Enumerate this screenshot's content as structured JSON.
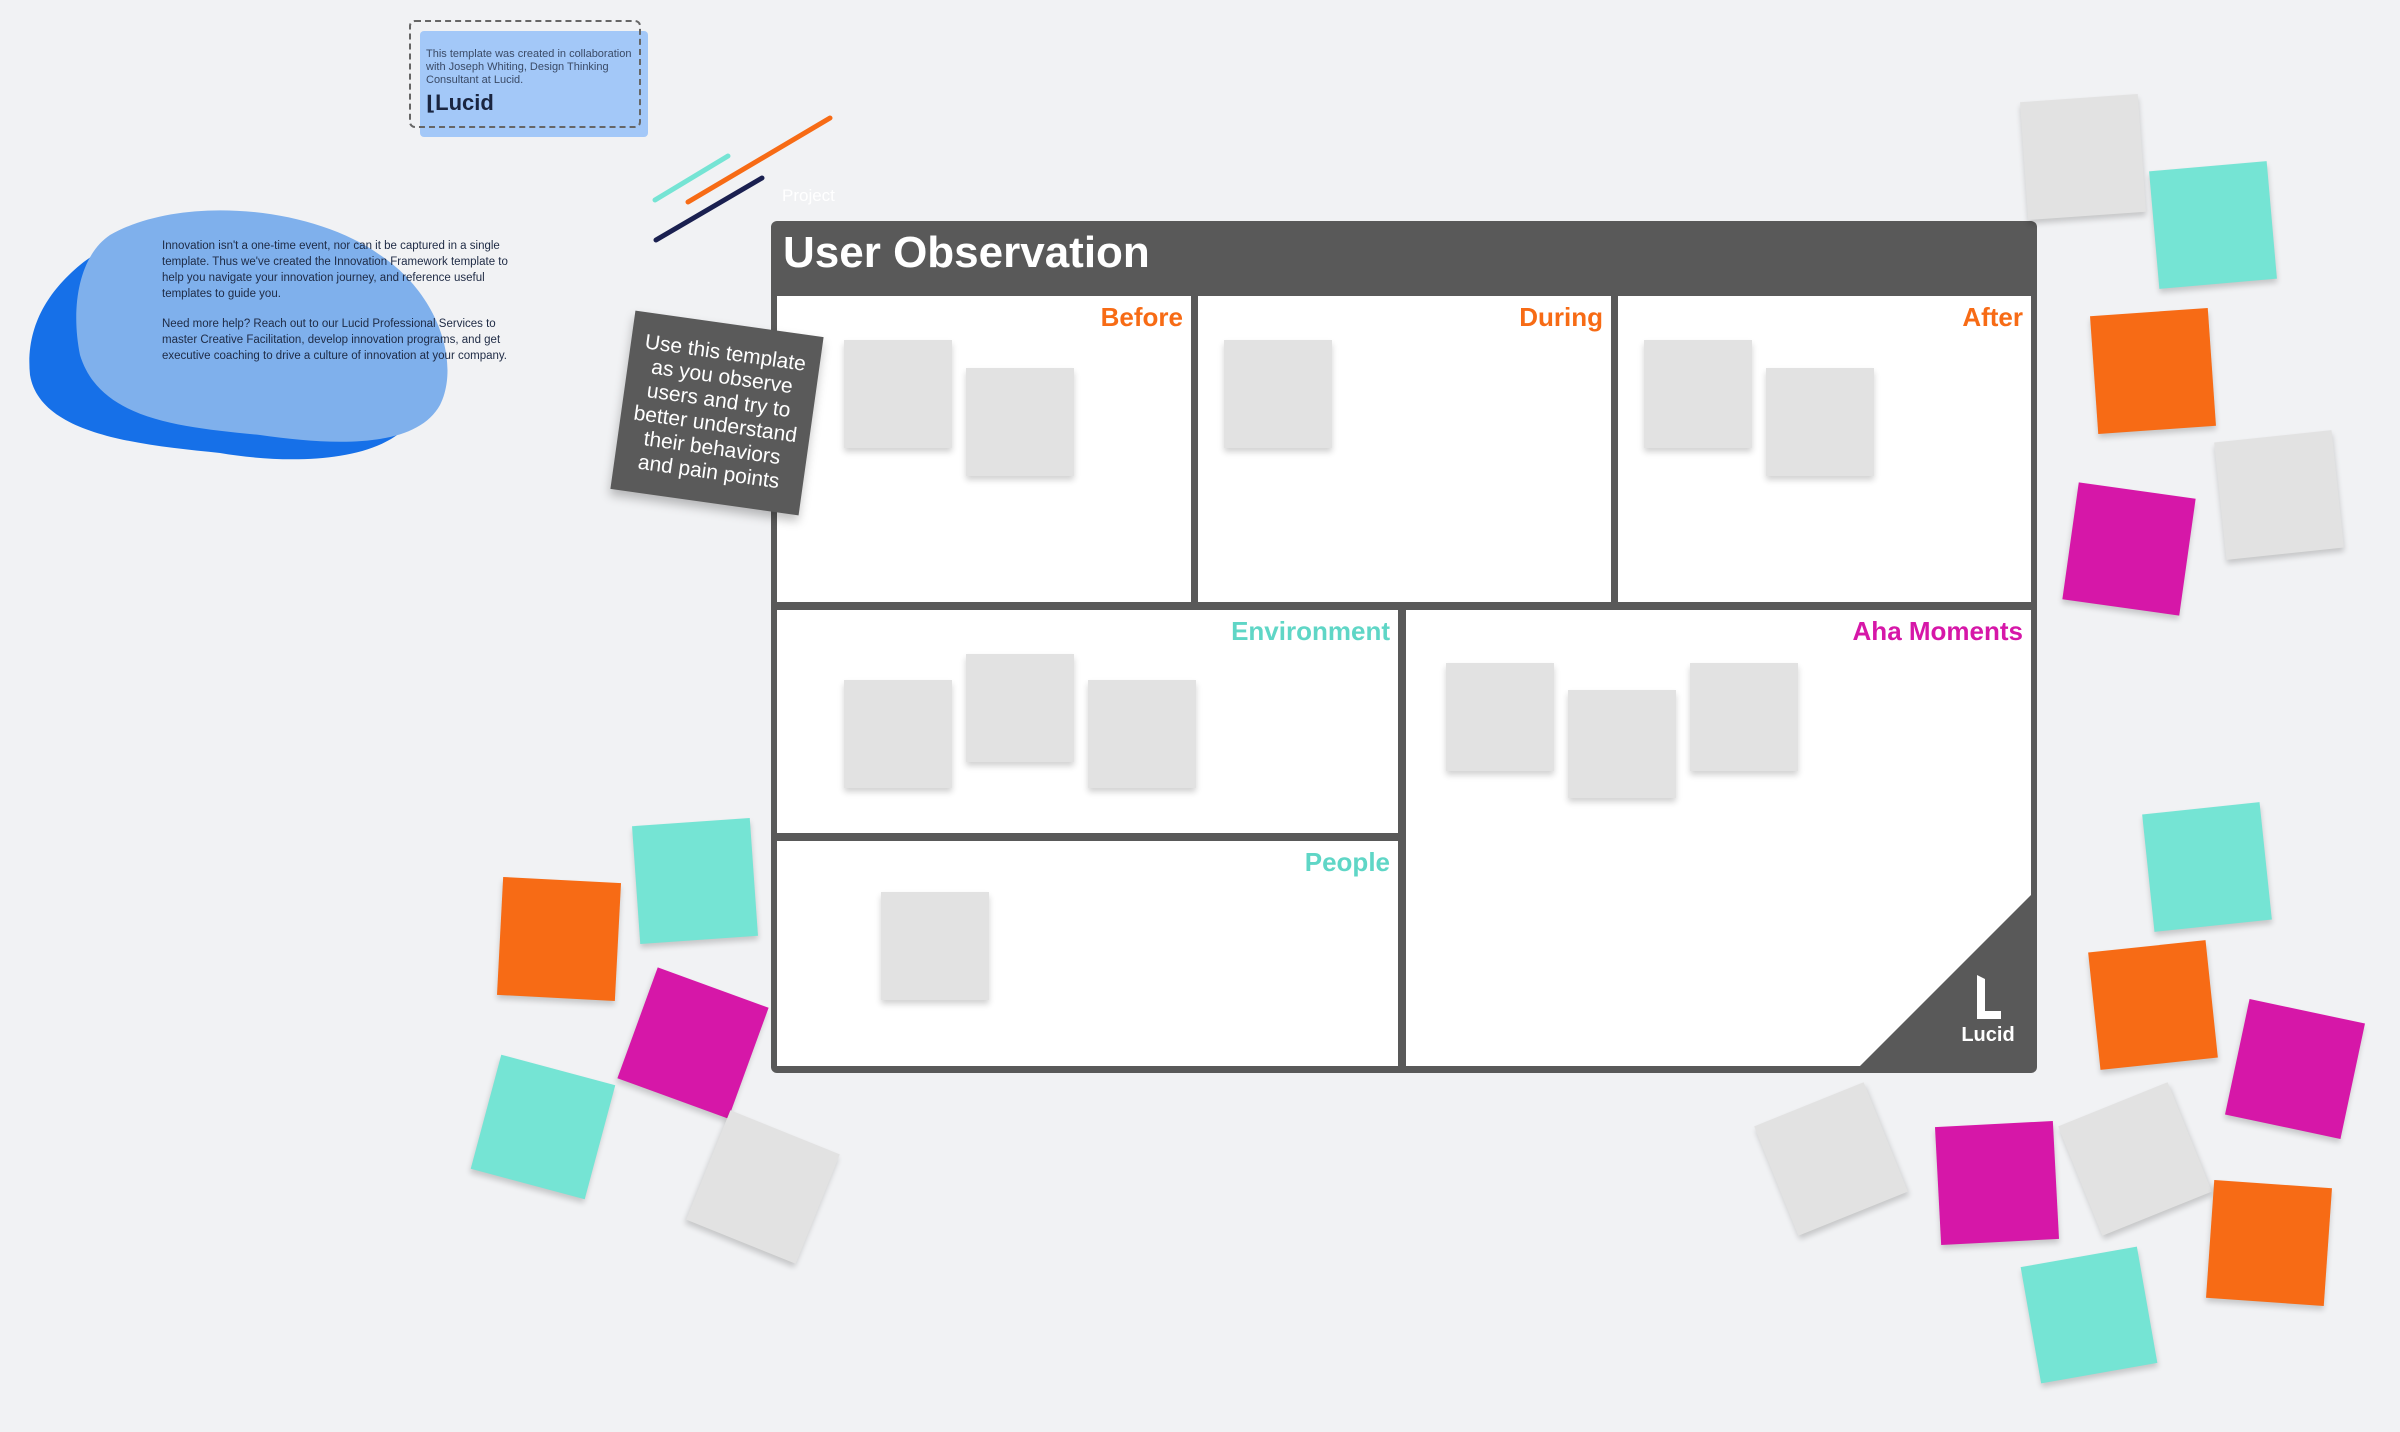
{
  "collab_note": {
    "text": "This template was created in collaboration with Joseph Whiting, Design Thinking Consultant at Lucid.",
    "logo": "Lucid"
  },
  "intro": {
    "paragraph1": "Innovation isn't a one-time event, nor can it be captured in a single template. Thus we've created the Innovation Framework template to help you navigate your innovation journey, and reference useful templates to guide you.",
    "paragraph2": "Need more help? Reach out to our Lucid Professional Services to master Creative Facilitation, develop innovation programs, and get executive coaching to drive a culture of innovation at your company."
  },
  "board": {
    "project_label": "Project",
    "title": "User Observation",
    "sections": {
      "before": "Before",
      "during": "During",
      "after": "After",
      "environment": "Environment",
      "aha": "Aha Moments",
      "people": "People"
    },
    "logo": "Lucid"
  },
  "instruction_card": "Use this template as you observe users and try to better understand their behaviors and pain points",
  "colors": {
    "orange": "#f76b15",
    "teal": "#75e4d4",
    "magenta": "#d617a8",
    "grey_sticky": "#e2e2e2",
    "board": "#595959",
    "blob_light": "#7fb0ec",
    "blob_dark": "#1670e8"
  }
}
